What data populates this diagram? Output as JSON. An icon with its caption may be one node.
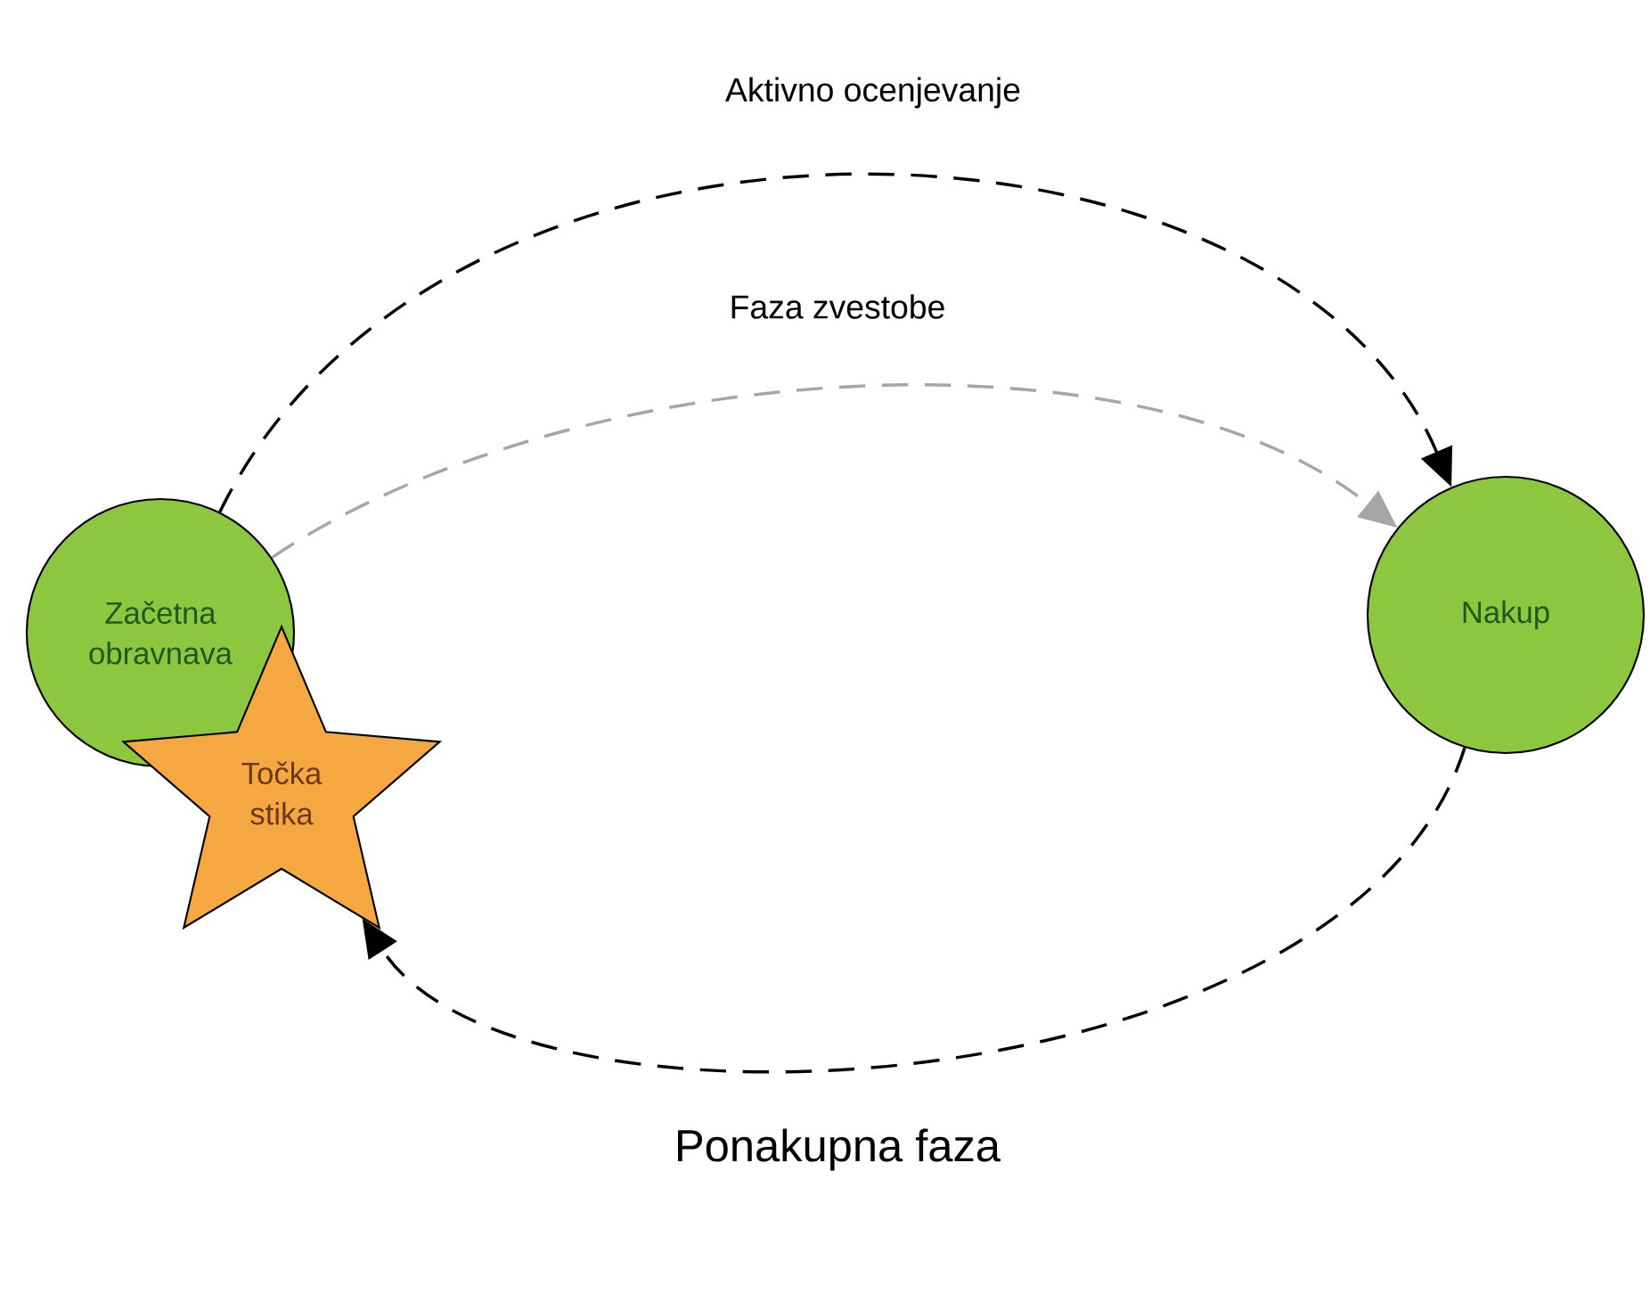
{
  "diagram": {
    "nodes": [
      {
        "text": [
          "Začetna obravnava"
        ]
      },
      {
        "text": [
          "Nakup"
        ]
      },
      {
        "text": [
          "Točka stika"
        ]
      }
    ],
    "edges": [
      {
        "from": 0,
        "to": 1,
        "arrow": "to",
        "style": "dashed",
        "label": "Aktivno ocenjevanje"
      },
      {
        "from": 0,
        "to": 1,
        "arrow": "to",
        "style": "dashed",
        "color": "#a6a6a6",
        "label": "Faza zvestobe"
      },
      {
        "from": 1,
        "to": 2,
        "arrow": "to",
        "style": "dashed",
        "label": "Ponakupna faza"
      }
    ]
  }
}
